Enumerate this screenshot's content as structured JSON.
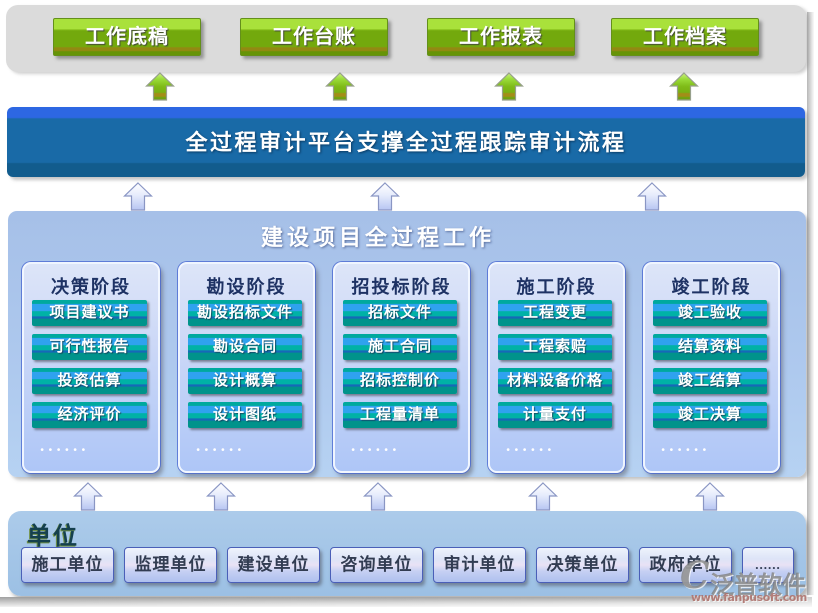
{
  "top_modules": {
    "buttons": [
      {
        "label": "工作底稿"
      },
      {
        "label": "工作台账"
      },
      {
        "label": "工作报表"
      },
      {
        "label": "工作档案"
      }
    ]
  },
  "banner": {
    "title": "全过程审计平台支撑全过程跟踪审计流程"
  },
  "process_panel": {
    "title": "建设项目全过程工作",
    "ellipsis": "......",
    "columns": [
      {
        "header": "决策阶段",
        "items": [
          {
            "label": "项目建议书"
          },
          {
            "label": "可行性报告"
          },
          {
            "label": "投资估算"
          },
          {
            "label": "经济评价"
          }
        ]
      },
      {
        "header": "勘设阶段",
        "items": [
          {
            "label": "勘设招标文件"
          },
          {
            "label": "勘设合同"
          },
          {
            "label": "设计概算"
          },
          {
            "label": "设计图纸"
          }
        ]
      },
      {
        "header": "招投标阶段",
        "items": [
          {
            "label": "招标文件"
          },
          {
            "label": "施工合同"
          },
          {
            "label": "招标控制价"
          },
          {
            "label": "工程量清单"
          }
        ]
      },
      {
        "header": "施工阶段",
        "items": [
          {
            "label": "工程变更"
          },
          {
            "label": "工程索赔"
          },
          {
            "label": "材料设备价格"
          },
          {
            "label": "计量支付"
          }
        ]
      },
      {
        "header": "竣工阶段",
        "items": [
          {
            "label": "竣工验收"
          },
          {
            "label": "结算资料"
          },
          {
            "label": "竣工结算"
          },
          {
            "label": "竣工决算"
          }
        ]
      }
    ]
  },
  "units": {
    "title": "单位",
    "buttons": [
      {
        "label": "施工单位"
      },
      {
        "label": "监理单位"
      },
      {
        "label": "建设单位"
      },
      {
        "label": "咨询单位"
      },
      {
        "label": "审计单位"
      },
      {
        "label": "决策单位"
      },
      {
        "label": "政府单位"
      },
      {
        "label": "......"
      }
    ]
  },
  "watermark": {
    "logo_glyph": "C",
    "name": "泛普软件",
    "url_text": "www.fanpusoft.com"
  },
  "palette": {
    "strip-gray": "#dbdbdb",
    "green-hi": "#a9e13b",
    "green-main": "#73a90d",
    "green-band": "#928912",
    "banner-top": "#2d67e2",
    "banner-main": "#196aa7",
    "banner-dark": "#125c8d",
    "panel-top": "#a6c0e8",
    "panel-bot": "#b6d2f2",
    "navy": "#1e3264",
    "item-teal": "#00a99e",
    "item-blue": "#2fa2ef",
    "item-dark": "#00938b",
    "unit-bg": "#a3c5e7",
    "unit-title": "#15404e"
  }
}
